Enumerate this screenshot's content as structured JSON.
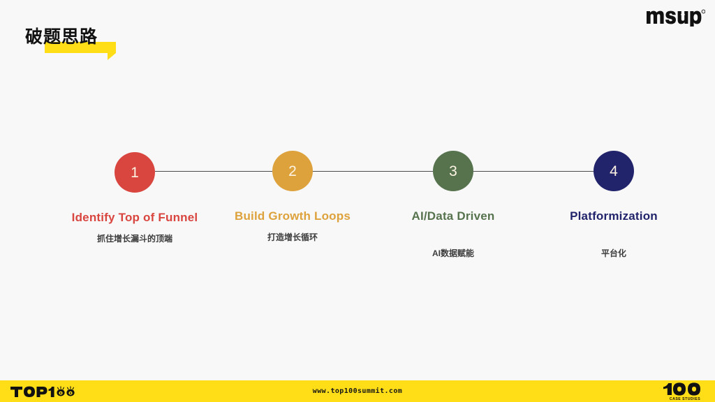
{
  "slide": {
    "title": "破题思路",
    "background_color": "#f8f8f9",
    "highlight_color": "#ffde17"
  },
  "brand": {
    "name": "msup",
    "logo_mark": "msup-arrow-logo",
    "registered_mark": "®"
  },
  "timeline": {
    "line_color": "#4a4a4a",
    "steps": [
      {
        "number": "1",
        "title": "Identify Top of Funnel",
        "subtitle": "抓住增长漏斗的顶端",
        "circle_color": "#d9453f",
        "title_color": "#d9453f",
        "number_color": "#fdf3e3"
      },
      {
        "number": "2",
        "title": "Build Growth Loops",
        "subtitle": "打造增长循环",
        "circle_color": "#dda23c",
        "title_color": "#dda23c",
        "number_color": "#fdf3e3"
      },
      {
        "number": "3",
        "title": "AI/Data Driven",
        "subtitle": "AI数据赋能",
        "circle_color": "#56734e",
        "title_color": "#56734e",
        "number_color": "#fdf3e3"
      },
      {
        "number": "4",
        "title": "Platformization",
        "subtitle": "平台化",
        "circle_color": "#22246b",
        "title_color": "#22246b",
        "number_color": "#fdf3e3"
      }
    ]
  },
  "footer": {
    "background_color": "#ffde17",
    "left_logo": "TOP100",
    "left_logo_text": "TOP1",
    "url": "www.top100summit.com",
    "right_logo_number": "100",
    "right_logo_caption": "CASE STUDIES"
  }
}
